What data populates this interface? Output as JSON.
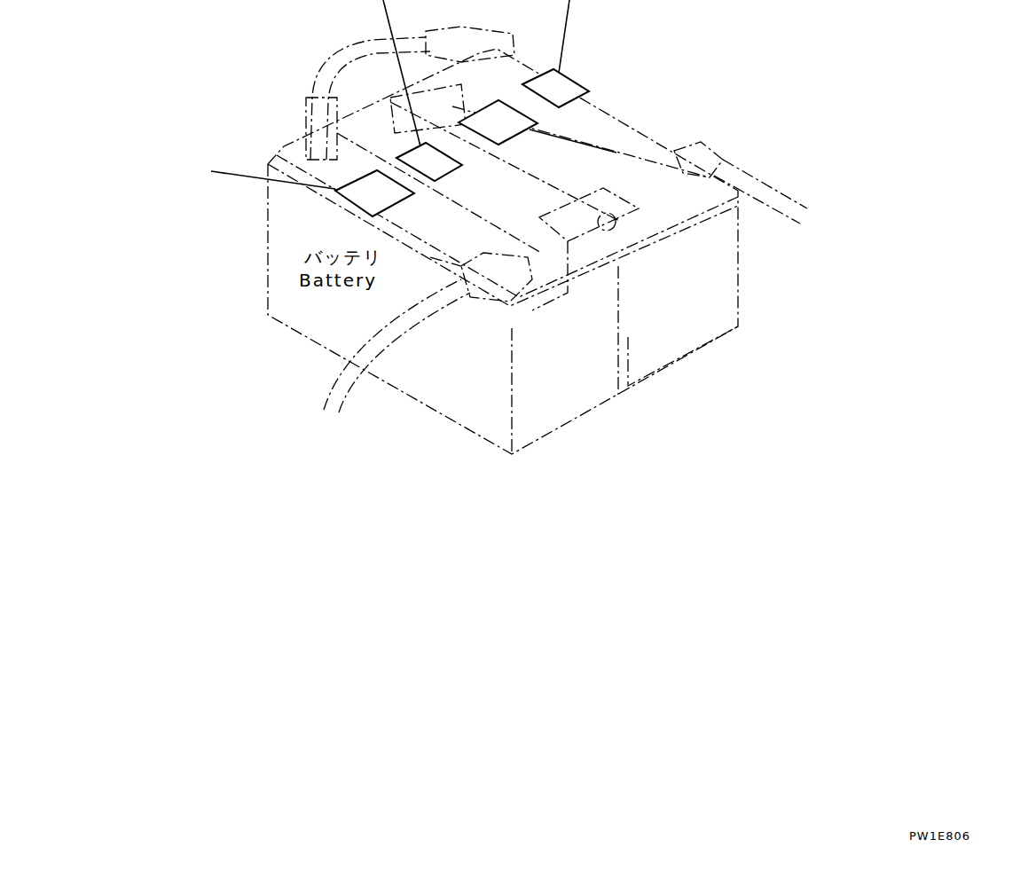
{
  "diagram": {
    "labels": [
      "バッテリ",
      "Battery",
      "PW1E806"
    ]
  }
}
